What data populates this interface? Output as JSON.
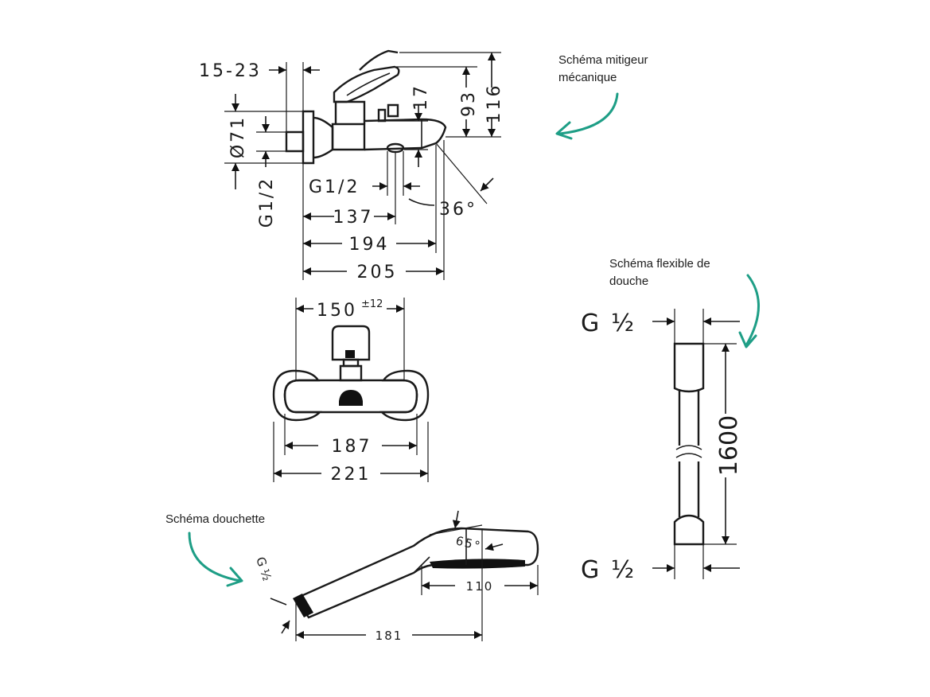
{
  "annotations": {
    "mixer": "Schéma mitigeur\nmécanique",
    "hose": "Schéma flexible de\ndouche",
    "handshower": "Schéma douchette"
  },
  "mixer_side": {
    "dim_15_23": "15-23",
    "dim_17": "17",
    "dim_93": "93",
    "dim_116": "116",
    "dim_o71": "Ø71",
    "dim_g12_vertical": "G1/2",
    "dim_g12": "G1/2",
    "dim_36": "36°",
    "dim_137": "137",
    "dim_194": "194",
    "dim_205": "205"
  },
  "mixer_front": {
    "dim_150": "150",
    "dim_150_tol": "±12",
    "dim_187": "187",
    "dim_221": "221"
  },
  "hose": {
    "g_top_label": "G",
    "g_top_frac": "½",
    "g_bottom_label": "G",
    "g_bottom_frac": "½",
    "dim_1600": "1600"
  },
  "handshower": {
    "g_label": "G",
    "g_frac": "½",
    "dim_65": "65°",
    "dim_110": "110",
    "dim_181": "181"
  },
  "colors": {
    "annotation_arrow": "#1e9e86",
    "drawing": "#1a1a1a"
  }
}
